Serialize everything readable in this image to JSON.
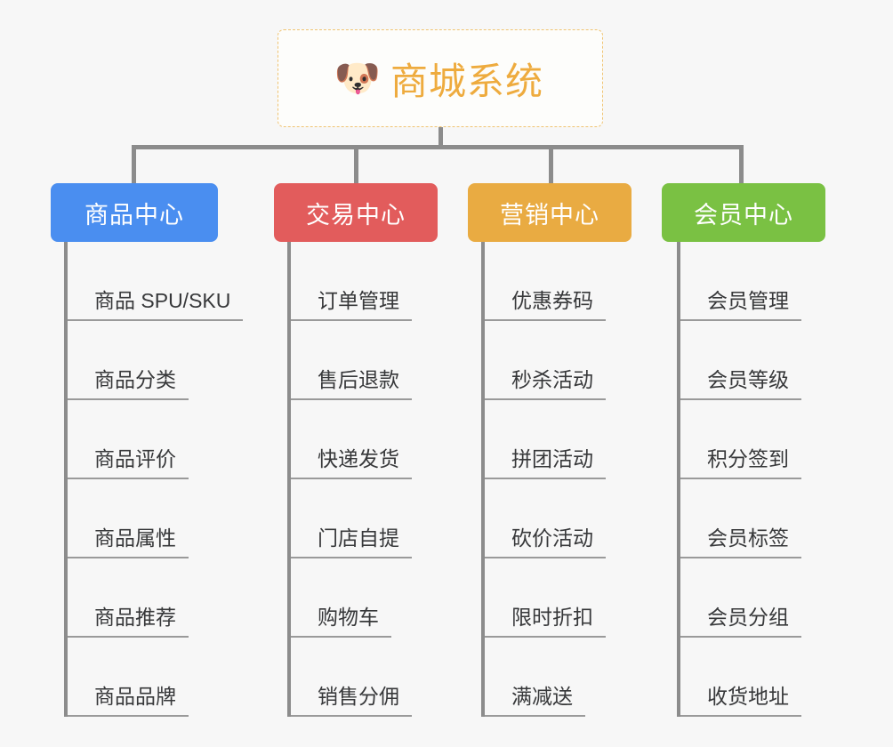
{
  "background_color": "#f7f7f7",
  "root": {
    "icon": "shiba-dog-face-emoji",
    "emoji": "🐶",
    "title": "商城系统",
    "text_color": "#eeab3e",
    "border_color": "#f0c473"
  },
  "connector_color": "#8c8c8c",
  "columns": [
    {
      "header": "商品中心",
      "color": "#4a8ef0",
      "items": [
        "商品 SPU/SKU",
        "商品分类",
        "商品评价",
        "商品属性",
        "商品推荐",
        "商品品牌"
      ]
    },
    {
      "header": "交易中心",
      "color": "#e25c5c",
      "items": [
        "订单管理",
        "售后退款",
        "快递发货",
        "门店自提",
        "购物车",
        "销售分佣"
      ]
    },
    {
      "header": "营销中心",
      "color": "#e9ab42",
      "items": [
        "优惠券码",
        "秒杀活动",
        "拼团活动",
        "砍价活动",
        "限时折扣",
        "满减送"
      ]
    },
    {
      "header": "会员中心",
      "color": "#7ac143",
      "items": [
        "会员管理",
        "会员等级",
        "积分签到",
        "会员标签",
        "会员分组",
        "收货地址"
      ]
    }
  ]
}
